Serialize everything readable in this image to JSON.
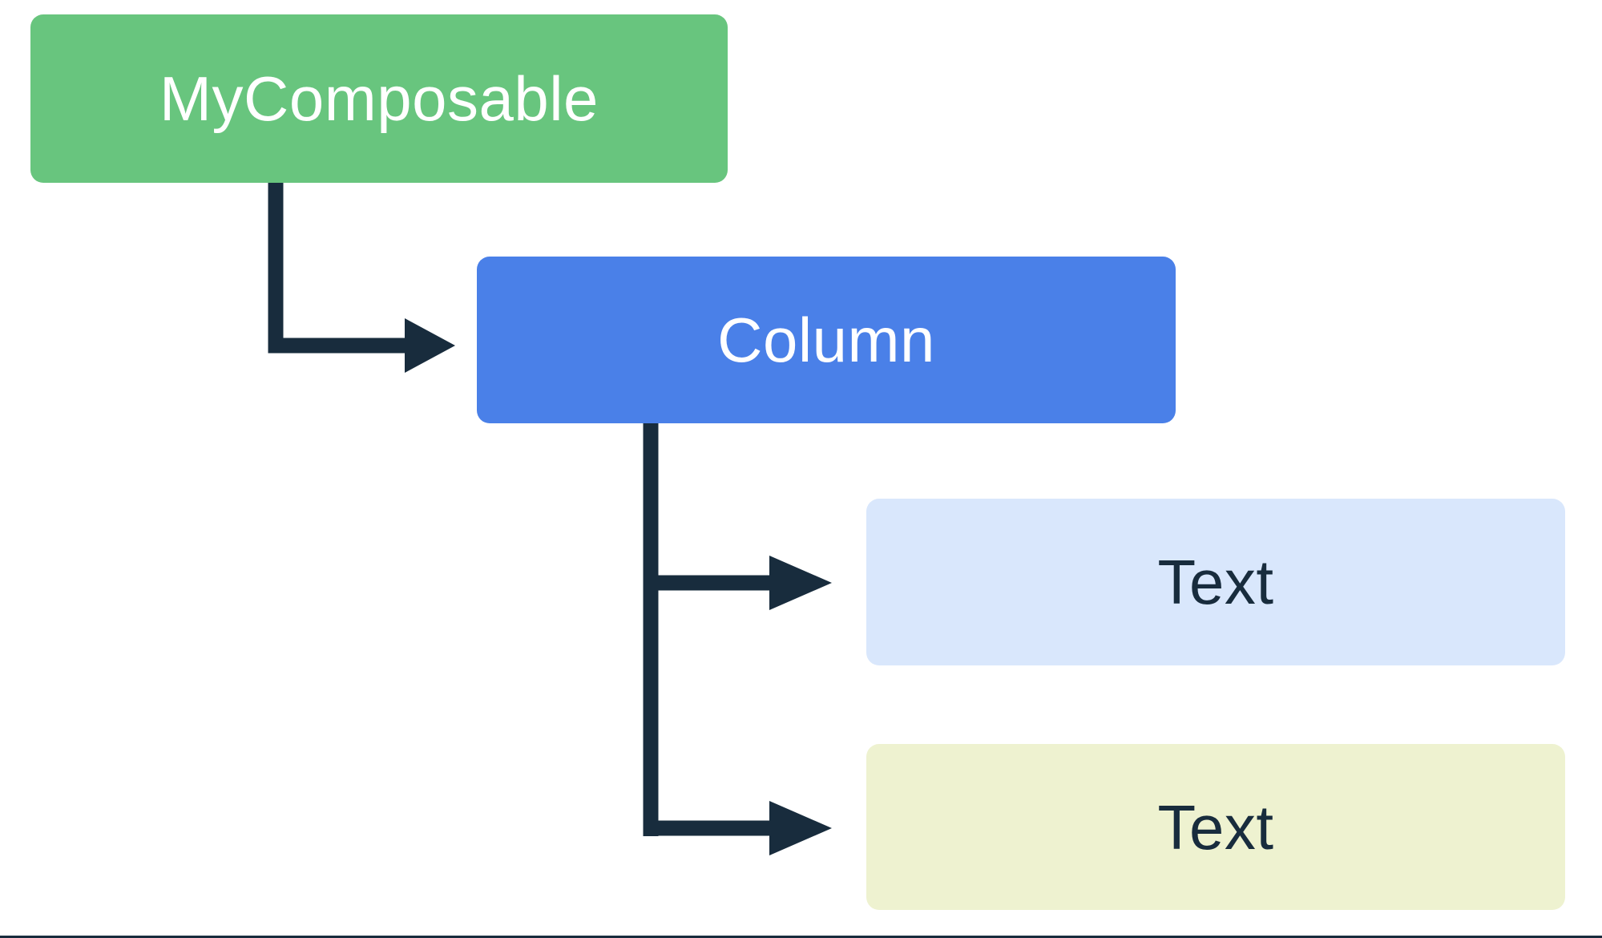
{
  "diagram": {
    "nodes": {
      "my_composable": {
        "label": "MyComposable",
        "bg": "#68c57e",
        "fg": "#ffffff"
      },
      "column": {
        "label": "Column",
        "bg": "#4a80e8",
        "fg": "#ffffff"
      },
      "text_first": {
        "label": "Text",
        "bg": "#d9e7fc",
        "fg": "#182c3d"
      },
      "text_second": {
        "label": "Text",
        "bg": "#eef2d0",
        "fg": "#182c3d"
      }
    },
    "connectors": {
      "color": "#182c3d"
    },
    "canvas": {
      "background": "#ffffff",
      "bottom_rule_color": "#182c3d"
    }
  }
}
